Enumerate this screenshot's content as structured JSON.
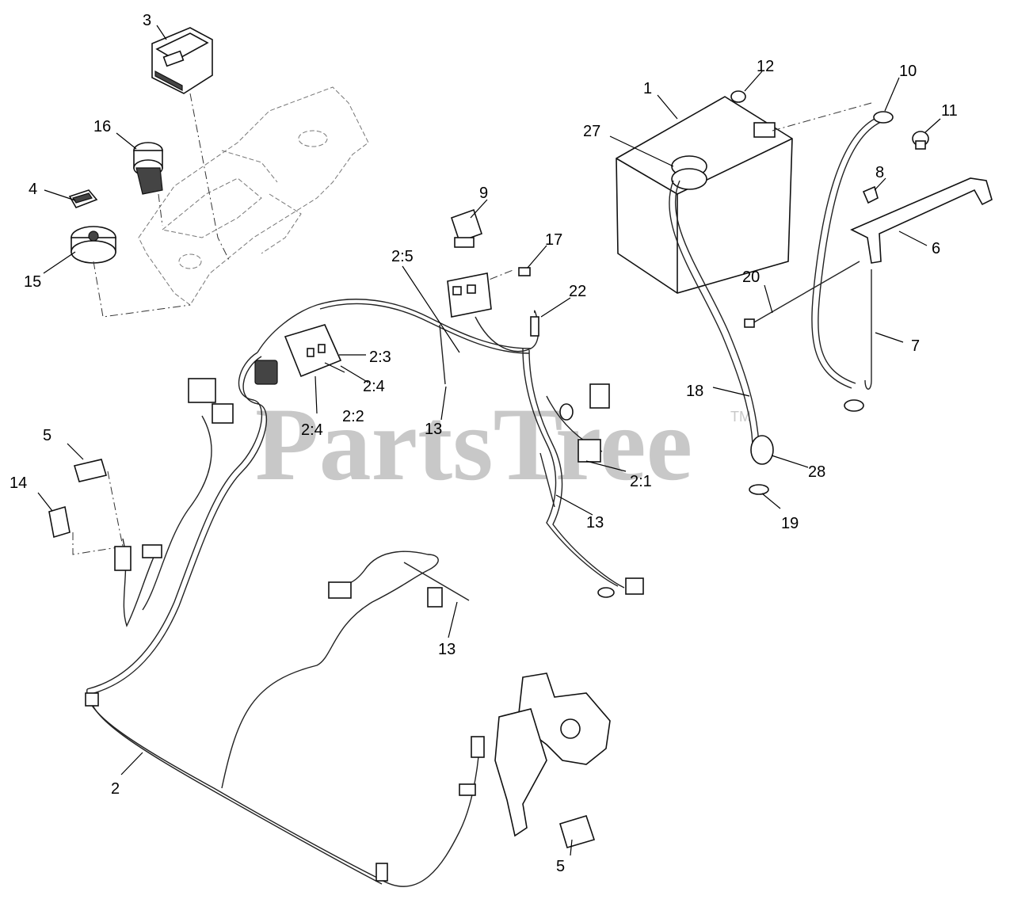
{
  "watermark": {
    "text": "PartsTree",
    "tm": "TM",
    "color": "#c8c8c8"
  },
  "callouts": {
    "c1": "1",
    "c2": "2",
    "c2_1": "2:1",
    "c2_2": "2:2",
    "c2_3": "2:3",
    "c2_4a": "2:4",
    "c2_4b": "2:4",
    "c2_5": "2:5",
    "c3": "3",
    "c4": "4",
    "c5a": "5",
    "c5b": "5",
    "c6": "6",
    "c7": "7",
    "c8": "8",
    "c9": "9",
    "c10": "10",
    "c11": "11",
    "c12": "12",
    "c13a": "13",
    "c13b": "13",
    "c13c": "13",
    "c14": "14",
    "c15": "15",
    "c16": "16",
    "c17": "17",
    "c18": "18",
    "c19": "19",
    "c20": "20",
    "c22": "22",
    "c27": "27",
    "c28": "28"
  }
}
